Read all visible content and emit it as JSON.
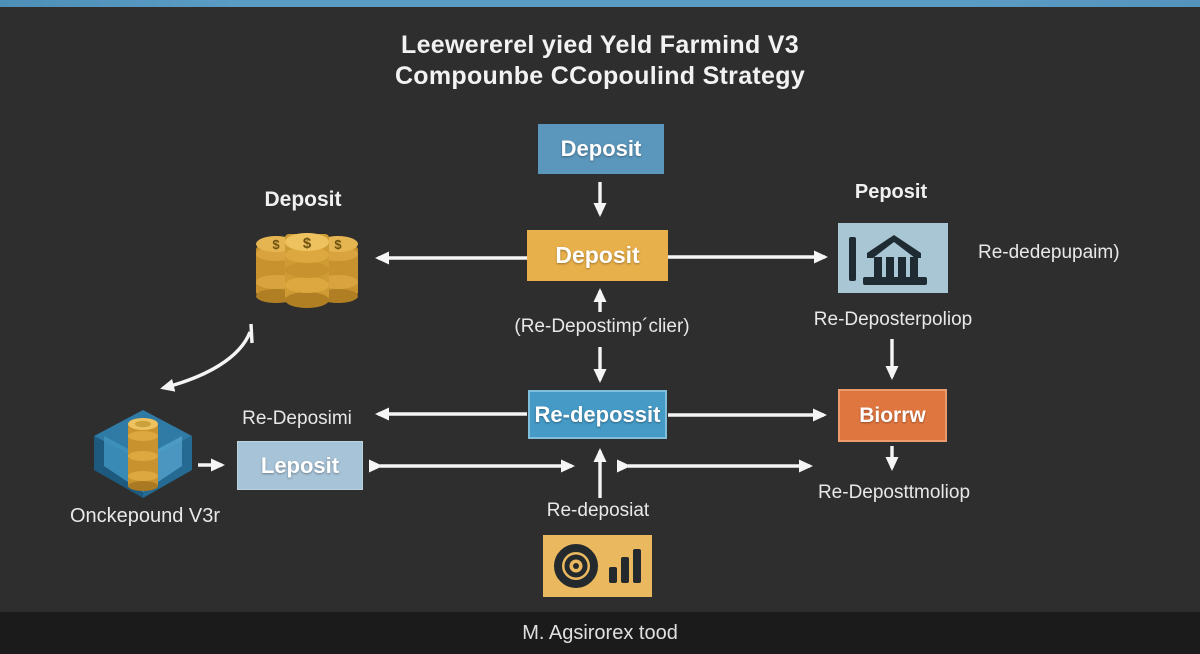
{
  "page": {
    "title_line1": "Leewererel yied Yeld Farmind V3",
    "title_line2": "Compounbe CCopoulind Strategy",
    "footer": "M. Agsirorex tood"
  },
  "nodes": {
    "deposit_top": {
      "label": "Deposit",
      "color": "#5b97bc"
    },
    "deposit_center": {
      "label": "Deposit",
      "color": "#e8b04a"
    },
    "redeposit_center": {
      "label": "Re-depossit",
      "color": "#459ac6"
    },
    "leposit": {
      "label": "Leposit",
      "color": "#a7c3d7"
    },
    "borrow": {
      "label": "Biorrw",
      "color": "#e0763f"
    }
  },
  "labels": {
    "coins_label": "Deposit",
    "bank_label": "Peposit",
    "bank_note_right": "Re-dedepupaim)",
    "bank_sub": "Re-Deposterpoliop",
    "center_note": "(Re-Depostimp´clier)",
    "redeposit_left_note": "Re-Deposimi",
    "redeposit_sub": "Re-deposiat",
    "borrow_sub": "Re-Deposttmoliop",
    "cube_label": "Onckepound V3r"
  },
  "icons": {
    "coins": "coin-stacks-icon",
    "bank": "bank-icon",
    "cube": "compound-cube-icon",
    "target": "bullseye-icon",
    "bars": "bar-chart-icon"
  },
  "colors": {
    "background": "#2e2e2e",
    "topbar": "#5b9cc5",
    "footer_bg": "#1b1b1b",
    "arrow": "#f5f5f5",
    "gold": "#d9a440",
    "bank_box": "#a9c6d4",
    "yellow_box": "#eab95f",
    "icon_dark": "#24292e"
  }
}
